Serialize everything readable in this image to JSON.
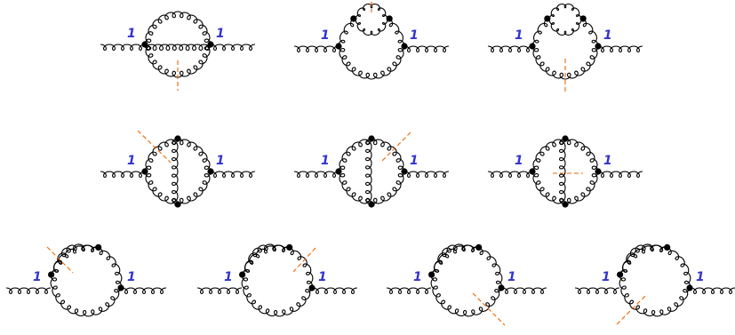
{
  "colors": {
    "line": "#000000",
    "label": "#3333cc",
    "cut": "#ee6600",
    "background": "#ffffff"
  },
  "diagrams": [
    {
      "id": "d1",
      "external_labels": [
        "1",
        "1"
      ],
      "cut": "yes"
    },
    {
      "id": "d2",
      "external_labels": [
        "1",
        "1"
      ],
      "cut": "yes"
    },
    {
      "id": "d3",
      "external_labels": [
        "1",
        "1"
      ],
      "cut": "yes"
    },
    {
      "id": "d4",
      "external_labels": [
        "1",
        "1"
      ],
      "cut": "yes"
    },
    {
      "id": "d5",
      "external_labels": [
        "1",
        "1"
      ],
      "cut": "yes"
    },
    {
      "id": "d6",
      "external_labels": [
        "1",
        "1"
      ],
      "cut": "yes"
    },
    {
      "id": "d7",
      "external_labels": [
        "1",
        "1"
      ],
      "cut": "yes"
    },
    {
      "id": "d8",
      "external_labels": [
        "1",
        "1"
      ],
      "cut": "yes"
    },
    {
      "id": "d9",
      "external_labels": [
        "1",
        "1"
      ],
      "cut": "yes"
    },
    {
      "id": "d10",
      "external_labels": [
        "1",
        "1"
      ],
      "cut": "yes"
    }
  ]
}
